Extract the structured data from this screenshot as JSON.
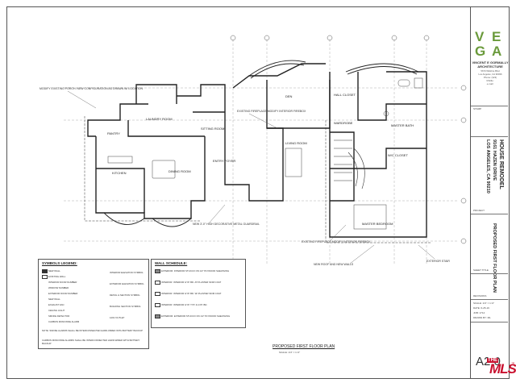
{
  "firm": {
    "logo_letters": [
      "V",
      "E",
      "G",
      "A"
    ],
    "name_line1": "VINCENT E GORMALLY",
    "name_line2": "ARCHITECTURE",
    "address": [
      "5670 Wilshire Blvd",
      "Los Angeles, CA 90036",
      "Phone: (323)",
      "Mobile:",
      "e-mail:"
    ],
    "stamp_label": "STAMP"
  },
  "project": {
    "name": "HOUSE REMODEL",
    "address1": "9161 HAZEN DRIVE",
    "address2": "LOS ANGELES, CA 90210",
    "project_label": "PROJECT"
  },
  "sheet": {
    "title": "PROPOSED FIRST FLOOR PLAN",
    "title_label": "SHEET TITLE",
    "revisions_label": "REVISIONS",
    "scale_label": "SCALE:",
    "scale_value": "1/4\" = 1'-0\"",
    "date_label": "DATE:",
    "date_value": "6-25-19",
    "job_label": "JOB:",
    "job_value": "1714",
    "drawn_label": "DRAWN BY:",
    "drawn_value": "ML",
    "number": "A2.0"
  },
  "plan": {
    "title": "PROPOSED FIRST FLOOR PLAN",
    "scale": "SCALE: 1/4\" = 1'-0\"",
    "rooms": {
      "kitchen": "KITCHEN",
      "dining": "DINING ROOM",
      "laundry": "LAUNDRY ROOM",
      "pantry": "PANTRY",
      "sitting": "SITTING ROOM",
      "entry": "ENTRY FOYER",
      "living": "LIVING ROOM",
      "den": "DEN",
      "master_bath": "MASTER BATH",
      "wic": "W/C CLOSET",
      "master_bedroom": "MASTER BEDROOM",
      "hall_closet": "HALL CLOSET",
      "wardrobe": "WARDROBE"
    },
    "notes": {
      "n1": "MODIFY EXISTING PORCH. NEW CONFIGURATION AS DRAWN W/ LOCATION",
      "n2": "EXISTING FIREPLACE MODIFY INTERIOR FIREBOX",
      "n3": "NEW 3'-0\" HIGH DECORATIVE METAL GUARDRAIL",
      "n4": "EXISTING FIREPLACE MODIFY INTERIOR FIREBOX",
      "n5": "NEW ROOF AND NEW WALLS",
      "n6": "EXTERIOR STAIR"
    }
  },
  "symbols_legend": {
    "title": "SYMBOLS LEGEND:",
    "left": [
      "NEW WALL",
      "EXISTING WALL",
      "INTERIOR DOOR NUMBER",
      "WINDOW NUMBER",
      "EXTERIOR DOOR NUMBER",
      "NEW WALL",
      "EXHAUST FAN",
      "CEILING LIGHT",
      "SMOKE DETECTOR",
      "CARBON MONOXIDE ALARM"
    ],
    "right": [
      "INTERIOR ELEVATION SYMBOL",
      "EXTERIOR ELEVATION SYMBOL",
      "DETAIL & SECTION SYMBOL",
      "BUILDING SECTION SYMBOL",
      "120V OUTLET"
    ],
    "note1": "NOTE: SMOKE ALARMS SHALL BE INTERCONNECTED HARD-WIRED WITH BATTERY BACKUP",
    "note2": "CARBON MONOXIDE ALARMS SHALL BE INTERCONNECTED HARD-WIRED WITH BATTERY BACKUP"
  },
  "wall_schedule": {
    "title": "WALL SCHEDULE:",
    "items": [
      "EXTERIOR: INTERIOR STUCCO ON 1/2\" PLYWOOD SHEATHING",
      "INTERIOR: INTERIOR GYP. BD. AT PLASTER SKIM COAT",
      "INTERIOR: INTERIOR GYP. BD. W/ PLASTER SKIM COAT",
      "INTERIOR: INTERIOR GYP. TYP. & GYP. BD.",
      "EXTERIOR: EXTERIOR STUCCO ON 1/2\" PLYWOOD SHEATHING"
    ]
  }
}
